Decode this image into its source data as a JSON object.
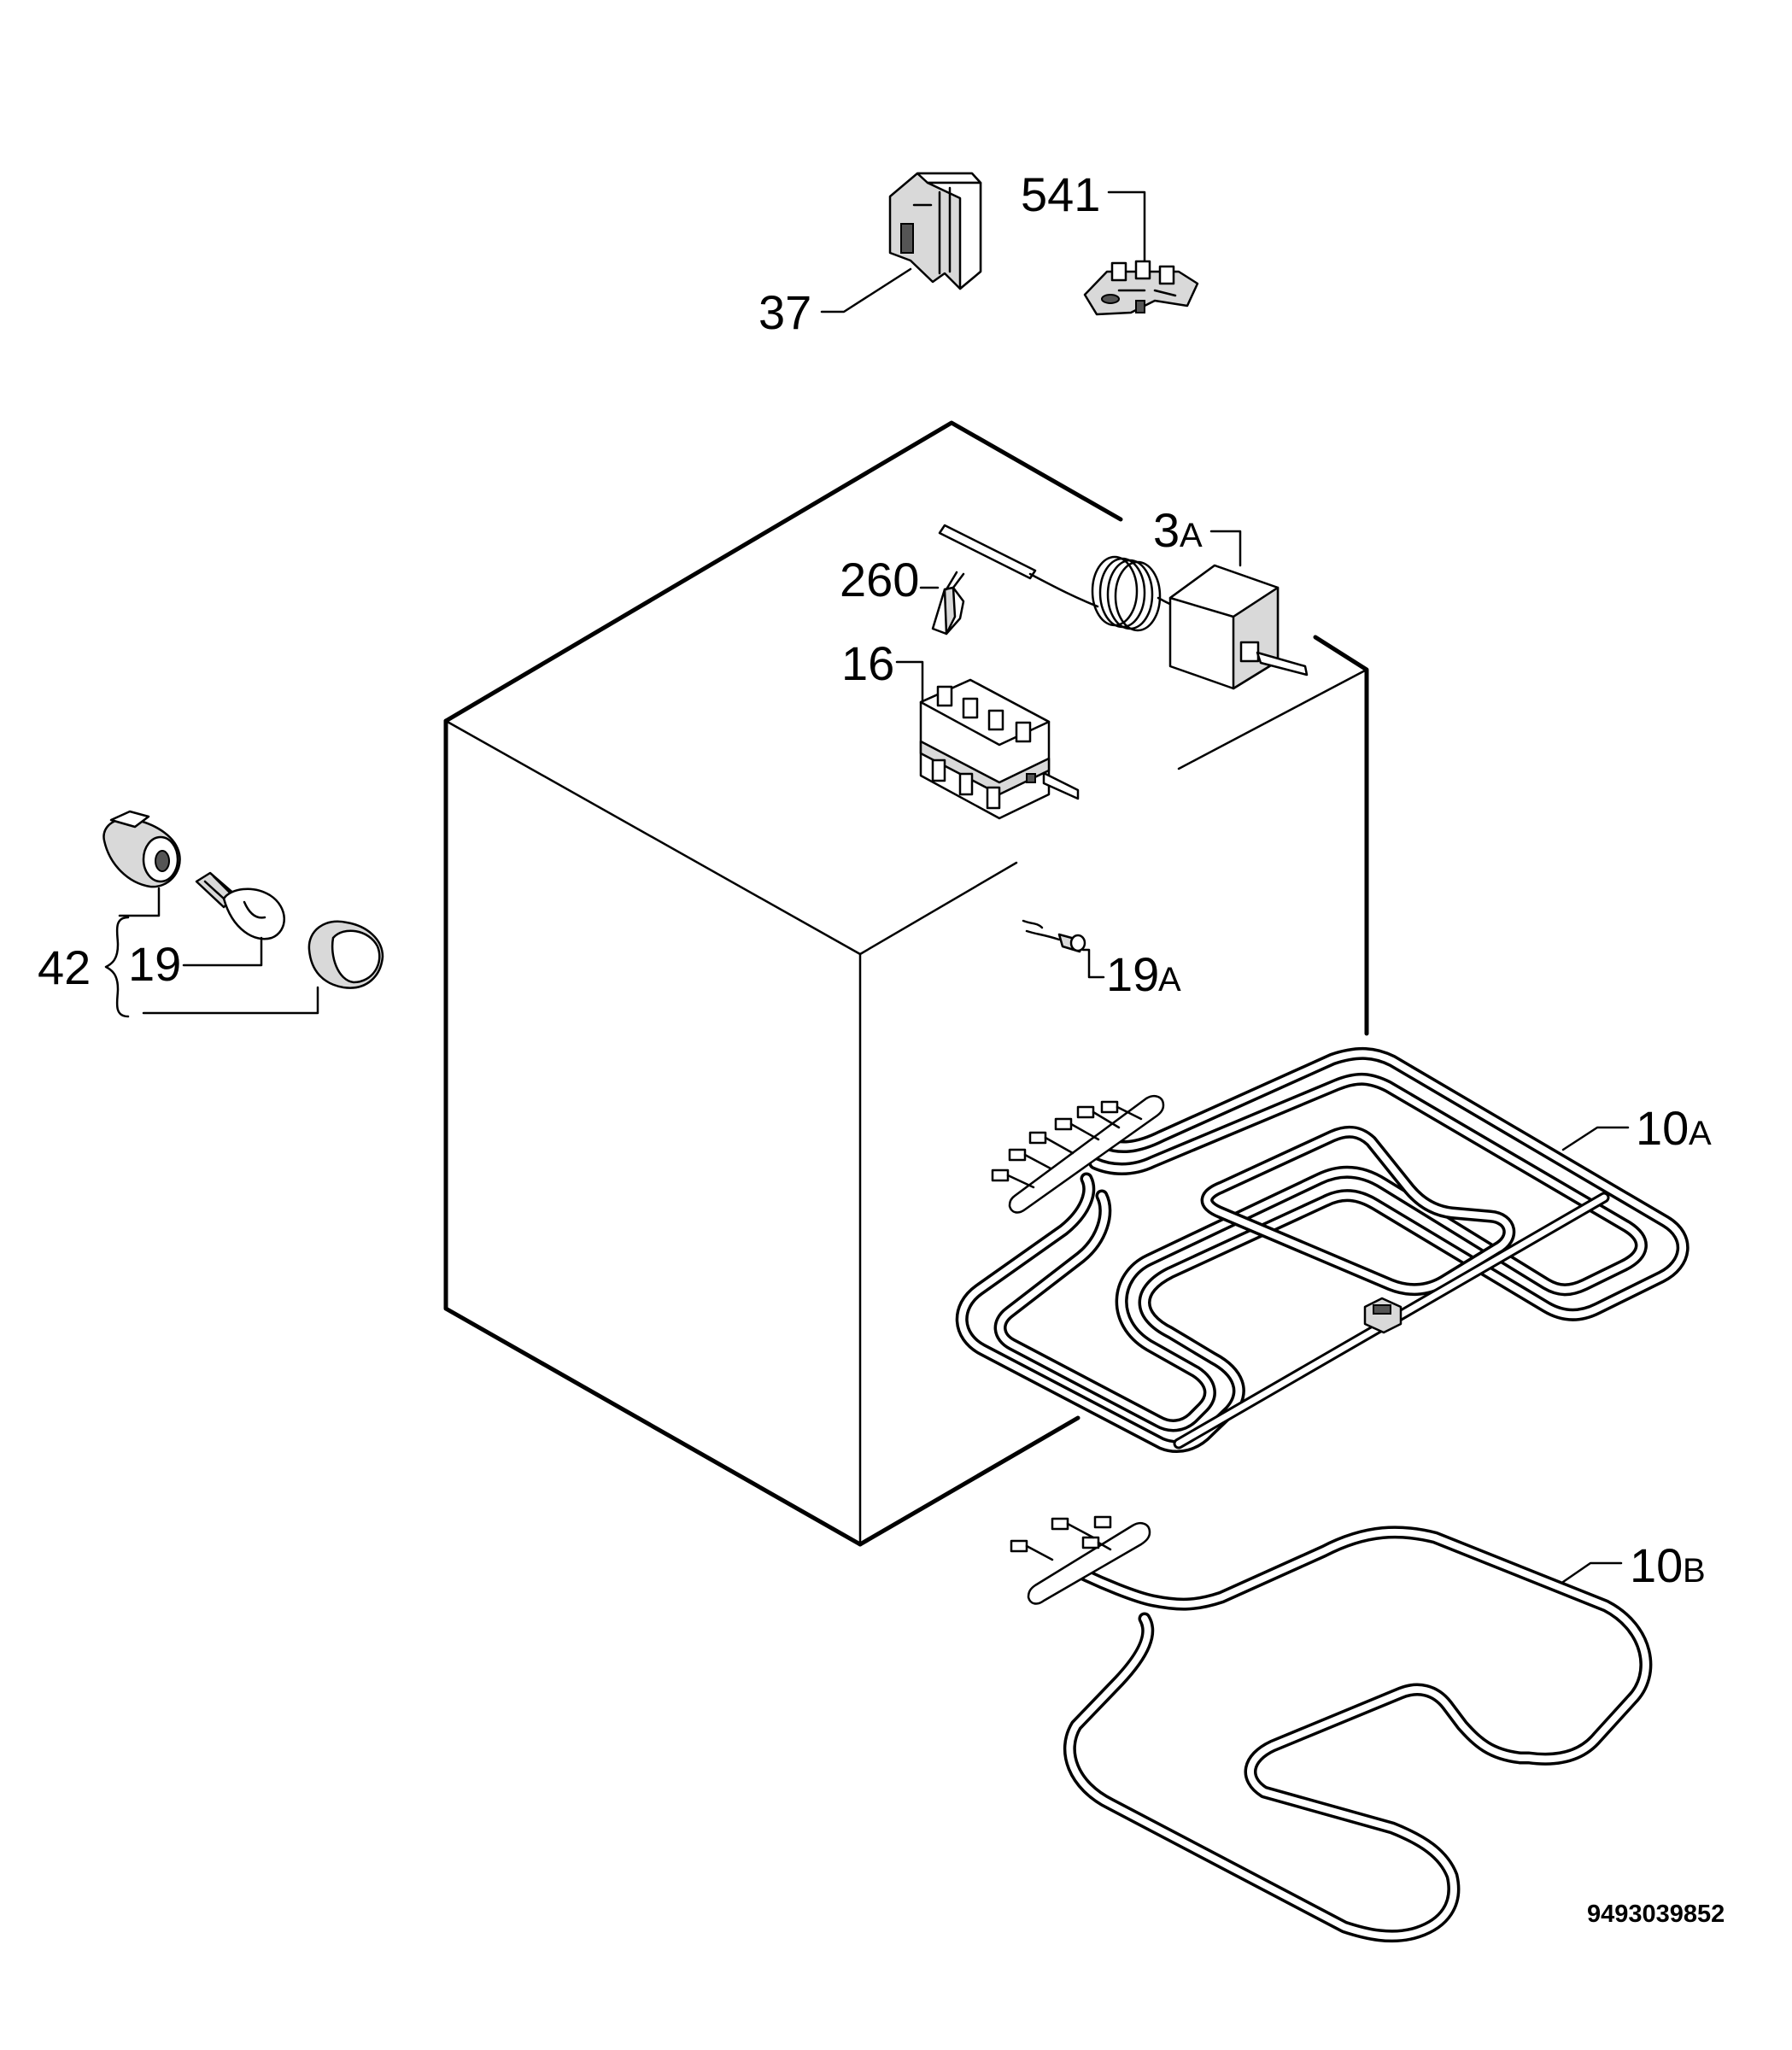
{
  "labels": {
    "p37": "37",
    "p541": "541",
    "p3a_num": "3",
    "p3a_suffix": "A",
    "p260": "260",
    "p16": "16",
    "p42": "42",
    "p19": "19",
    "p19a_num": "19",
    "p19a_suffix": "A",
    "p10a_num": "10",
    "p10a_suffix": "A",
    "p10b_num": "10",
    "p10b_suffix": "B"
  },
  "document_number": "9493039852"
}
